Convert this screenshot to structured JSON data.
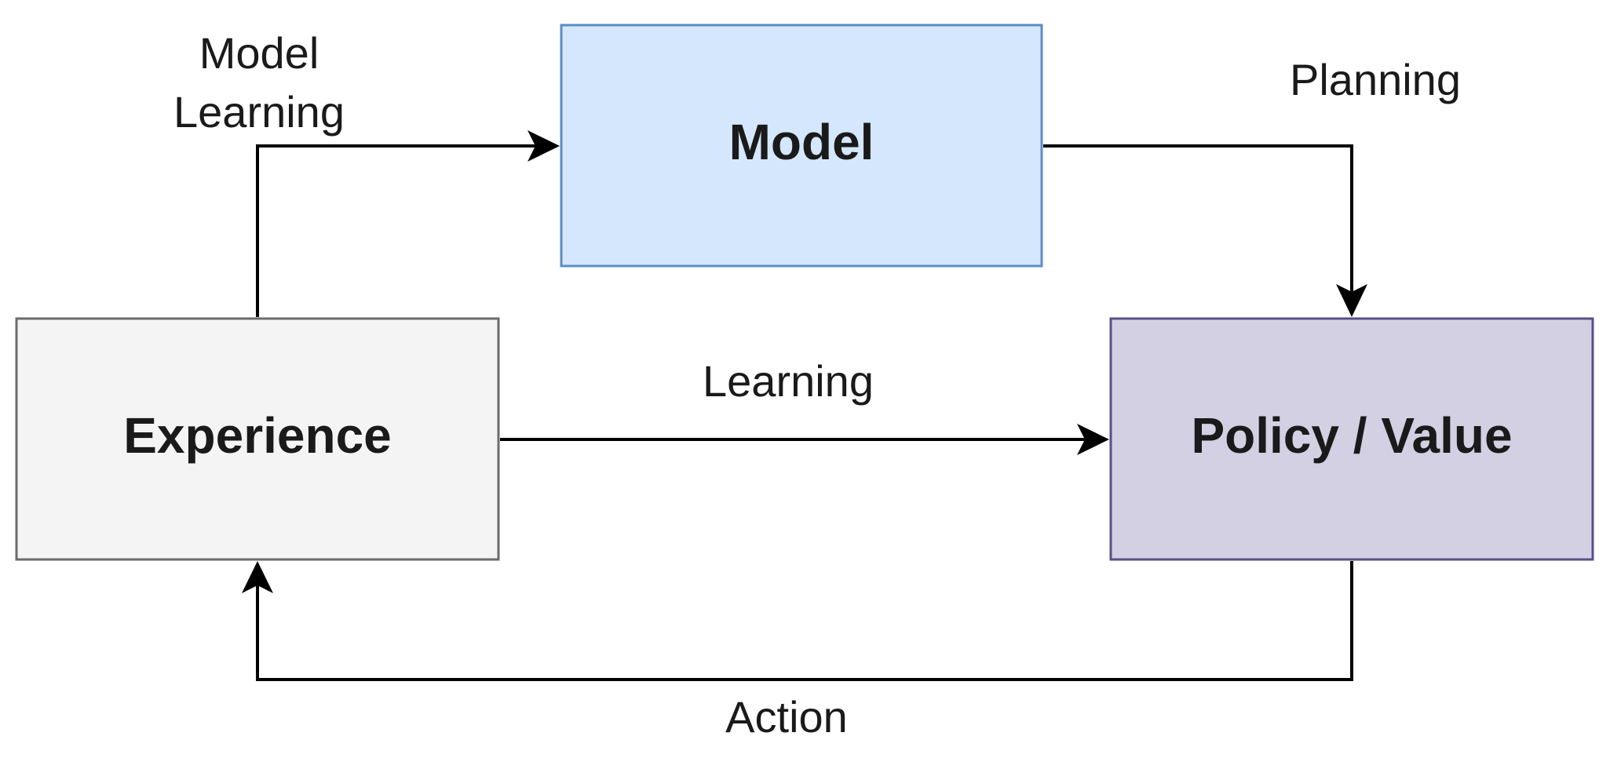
{
  "nodes": {
    "model": {
      "label": "Model",
      "fill": "#d4e7fc",
      "stroke": "#5b8ec4"
    },
    "experience": {
      "label": "Experience",
      "fill": "#f4f4f4",
      "stroke": "#6b6b6b"
    },
    "policy_value": {
      "label": "Policy / Value",
      "fill": "#d3d0e4",
      "stroke": "#5a4f88"
    }
  },
  "edges": {
    "model_learning": {
      "label_line1": "Model",
      "label_line2": "Learning"
    },
    "planning": {
      "label": "Planning"
    },
    "learning": {
      "label": "Learning"
    },
    "action": {
      "label": "Action"
    }
  }
}
